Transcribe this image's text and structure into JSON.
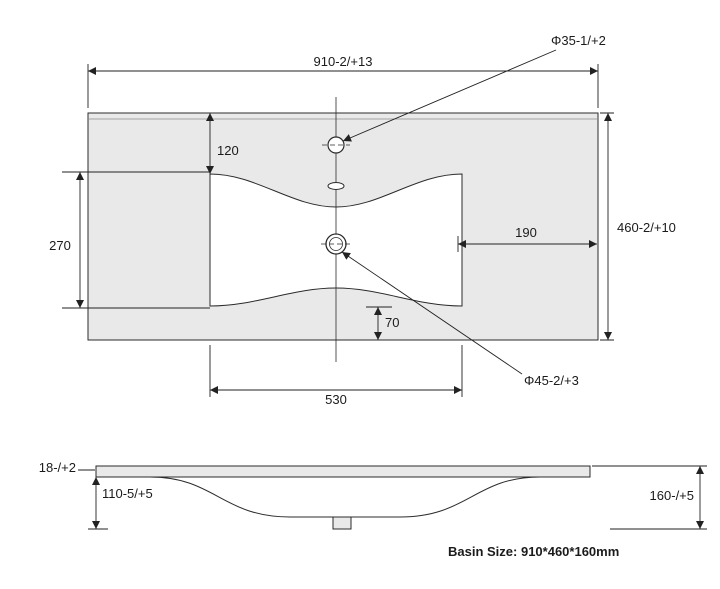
{
  "colors": {
    "surface": "#e9e9e9",
    "line": "#222222"
  },
  "caption": "Basin Size: 910*460*160mm",
  "top_view": {
    "overall_width": "910-2/+13",
    "overall_depth": "460-2/+10",
    "faucet_hole": "Φ35-1/+2",
    "drain_hole": "Φ45-2/+3",
    "faucet_offset_from_back": "120",
    "bowl_depth": "270",
    "drain_to_right_edge": "190",
    "bowl_to_front_edge": "70",
    "bowl_width": "530"
  },
  "side_view": {
    "rim_thickness": "18-/+2",
    "bowl_inner_depth": "110-5/+5",
    "overall_height": "160-/+5"
  }
}
